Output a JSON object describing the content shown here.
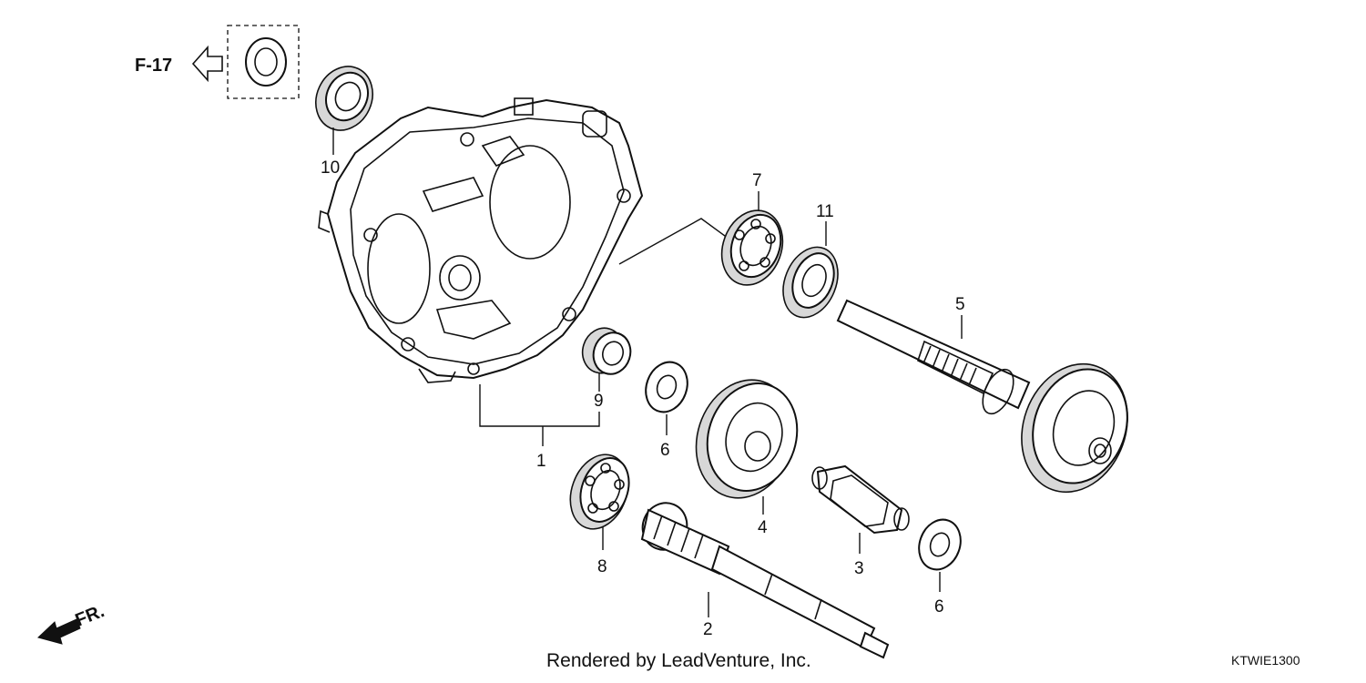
{
  "diagram": {
    "ref_label": "F-17",
    "direction_label": "FR.",
    "footer": "Rendered by LeadVenture, Inc.",
    "diagram_code": "KTWIE1300",
    "callouts": [
      {
        "id": "c1",
        "text": "1"
      },
      {
        "id": "c2",
        "text": "2"
      },
      {
        "id": "c3",
        "text": "3"
      },
      {
        "id": "c4",
        "text": "4"
      },
      {
        "id": "c5",
        "text": "5"
      },
      {
        "id": "c6a",
        "text": "6"
      },
      {
        "id": "c6b",
        "text": "6"
      },
      {
        "id": "c7",
        "text": "7"
      },
      {
        "id": "c8",
        "text": "8"
      },
      {
        "id": "c9",
        "text": "9"
      },
      {
        "id": "c10",
        "text": "10"
      },
      {
        "id": "c11",
        "text": "11"
      }
    ]
  }
}
